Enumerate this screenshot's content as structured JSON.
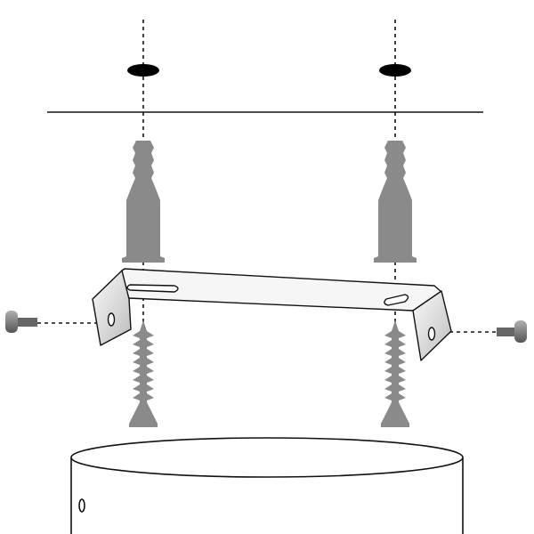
{
  "colors": {
    "background": "#ffffff",
    "line": "#111111",
    "hardware": "#8a8a8a",
    "metal_light": "#f4f4f4",
    "metal_shade": "#c8c8c8"
  },
  "icons": [
    "wall-hole",
    "wall-anchor",
    "wood-screw",
    "bracket",
    "machine-screw",
    "cylinder"
  ]
}
